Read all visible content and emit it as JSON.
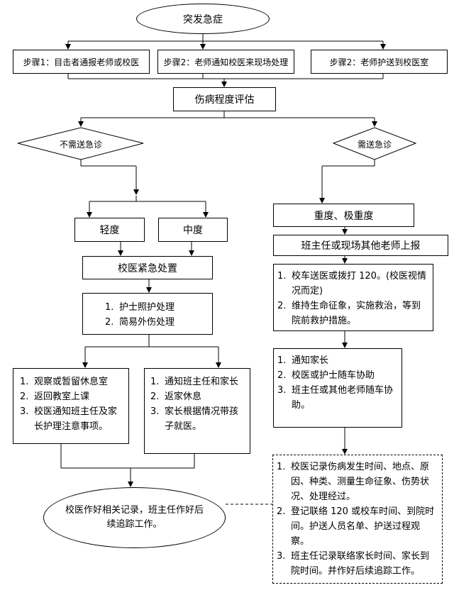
{
  "start": "突发急症",
  "steps": [
    "步骤1：目击者通报老师或校医",
    "步骤2：老师通知校医来现场处理",
    "步骤2：老师护送到校医室"
  ],
  "assess": "伤病程度评估",
  "decision_no": "不需送急诊",
  "decision_yes": "需送急诊",
  "mild": "轻度",
  "moderate": "中度",
  "school_emergency": "校医紧急处置",
  "nurse_care": [
    "护士照护处理",
    "简易外伤处理"
  ],
  "observe": [
    "观察或暂留休息室",
    "返回教室上课",
    "校医通知班主任及家长护理注意事项。"
  ],
  "notify_home": [
    "通知班主任和家长",
    "返家休息",
    "家长根据情况带孩子就医。"
  ],
  "severe": "重度、极重度",
  "report": "班主任或现场其他老师上报",
  "transport": [
    "校车送医或拨打 120。(校医视情况而定)",
    "维持生命征象，实施救治，等到院前救护措施。"
  ],
  "notify_parent": [
    "通知家长",
    "校医或护士随车协助",
    "班主任或其他老师随车协助。"
  ],
  "records": [
    "校医记录伤病发生时间、地点、原因、种类、测量生命征象、伤势状况、处理经过。",
    "登记联络 120 或校车时间、到院时间。护送人员名单、护送过程观察。",
    "班主任记录联络家长时间、家长到院时间。并作好后续追踪工作。"
  ],
  "final": "校医作好相关记录，班主任作好后续追踪工作。",
  "numbers": [
    "1.",
    "2.",
    "3."
  ]
}
